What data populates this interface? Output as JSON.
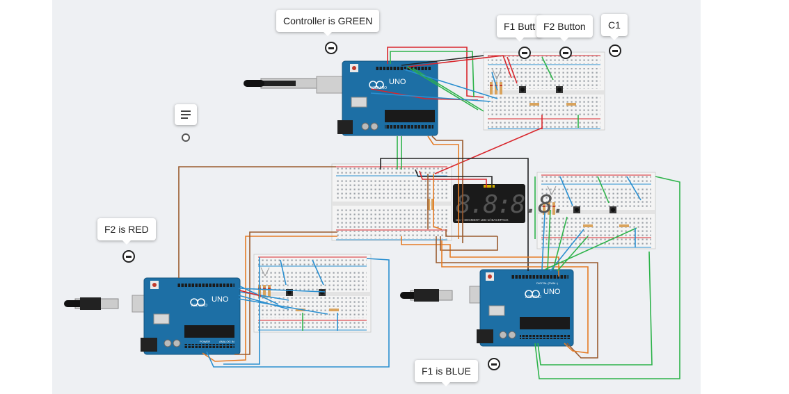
{
  "annotations": {
    "controller": "Controller is GREEN",
    "f1_button": "F1 Butt",
    "f2_button": "F2 Button",
    "c1": "C1",
    "f2_red": "F2 is RED",
    "f1_blue": "F1 is BLUE"
  },
  "boards": {
    "uno_text": "UNO",
    "arduino_text": "ARDUINO",
    "power_text": "POWER",
    "analog_text": "ANALOG IN",
    "digital_text": "DIGITAL (PWM~)"
  },
  "display": {
    "digits": "8.8:8.8.",
    "caption": "I2C 7-SEGMENT LED w/ BACKPACK"
  },
  "colors": {
    "canvas": "#eef0f3",
    "board": "#1d6fa5",
    "wire_green": "#2db34a",
    "wire_red": "#d9262c",
    "wire_blue": "#2a8fd0",
    "wire_orange": "#e57b24",
    "wire_brown": "#9a5a2e",
    "wire_black": "#222222"
  },
  "icons": {
    "note": "note-icon",
    "pin": "minus-circle-icon"
  }
}
